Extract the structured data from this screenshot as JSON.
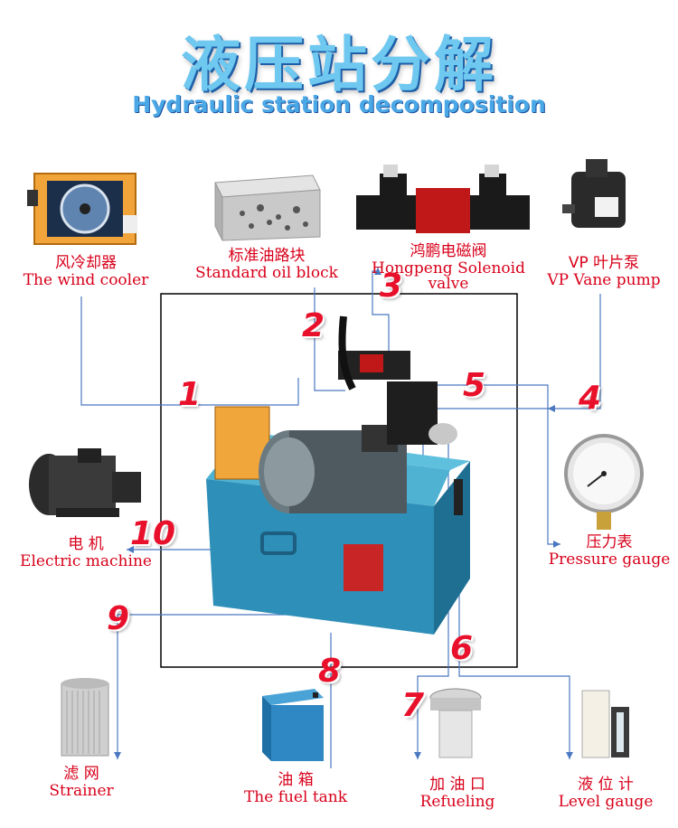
{
  "title": {
    "cn": "液压站分解",
    "en": "Hydraulic station decomposition"
  },
  "components": [
    {
      "id": "wind-cooler",
      "cn": "风冷却器",
      "en": "The wind cooler",
      "number": "1"
    },
    {
      "id": "oil-block",
      "cn": "标准油路块",
      "en": "Standard oil block",
      "number": "2"
    },
    {
      "id": "solenoid-valve",
      "cn": "鸿鹏电磁阀",
      "en": "Hongpeng Solenoid valve",
      "number": "3"
    },
    {
      "id": "vane-pump",
      "cn": "VP 叶片泵",
      "en": "VP Vane pump",
      "number": "4"
    },
    {
      "id": "pressure-gauge",
      "cn": "压力表",
      "en": "Pressure gauge",
      "number": "5"
    },
    {
      "id": "level-gauge",
      "cn": "液 位 计",
      "en": "Level gauge",
      "number": "6"
    },
    {
      "id": "refueling",
      "cn": "加 油 口",
      "en": "Refueling",
      "number": "7"
    },
    {
      "id": "fuel-tank",
      "cn": "油 箱",
      "en": "The fuel tank",
      "number": "8"
    },
    {
      "id": "strainer",
      "cn": "滤 网",
      "en": "Strainer",
      "number": "9"
    },
    {
      "id": "electric-machine",
      "cn": "电 机",
      "en": "Electric machine",
      "number": "10"
    }
  ],
  "colors": {
    "label": "#d8001a",
    "number": "#e8102a",
    "line": "#3a6fb8",
    "tank": "#2e8fb8"
  }
}
